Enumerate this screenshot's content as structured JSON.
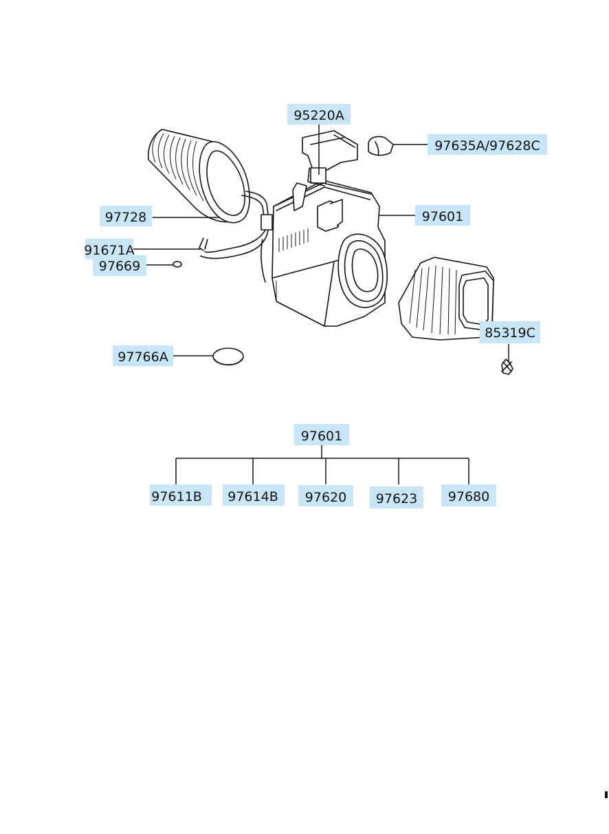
{
  "labels": {
    "p95220A": "95220A",
    "p97635A_97628C": "97635A/97628C",
    "p97728": "97728",
    "p97601_main": "97601",
    "p91671A": "91671A",
    "p97669": "97669",
    "p85319C": "85319C",
    "p97766A": "97766A",
    "p97601_tree": "97601",
    "p97611B": "97611B",
    "p97614B": "97614B",
    "p97620": "97620",
    "p97623": "97623",
    "p97680": "97680"
  },
  "colors": {
    "label_background": "#c9e6f8",
    "line": "#111111",
    "page": "#ffffff"
  }
}
